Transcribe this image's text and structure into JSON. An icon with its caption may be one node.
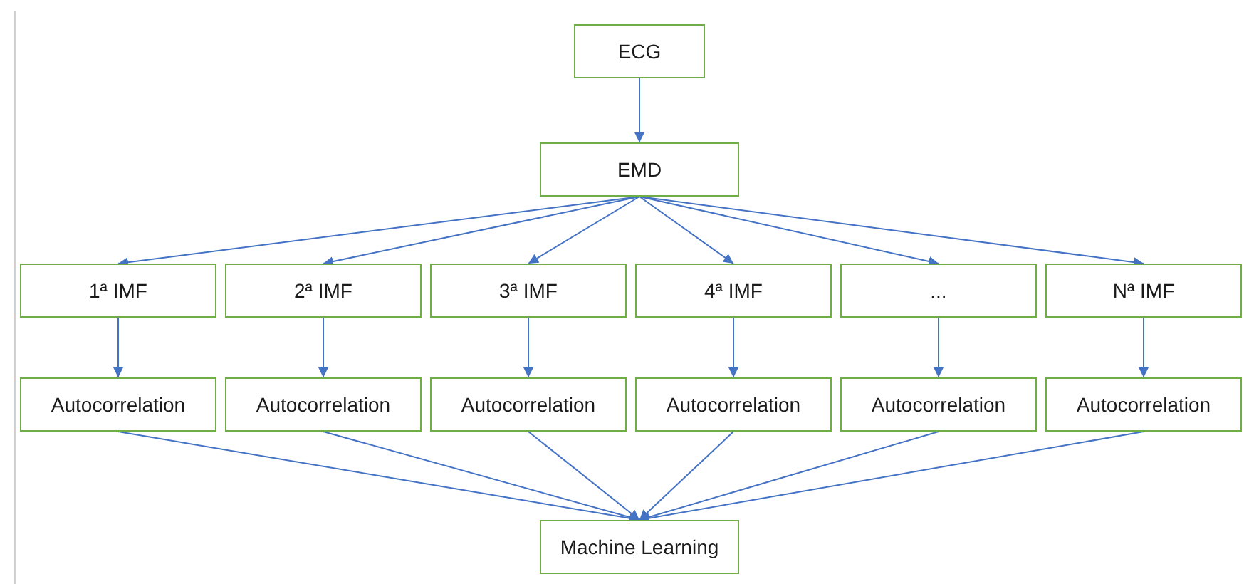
{
  "diagram": {
    "nodes": [
      {
        "text": [
          "ECG"
        ]
      },
      {
        "text": [
          "EMD"
        ]
      },
      {
        "text": [
          "1ª IMF"
        ]
      },
      {
        "text": [
          "2ª IMF"
        ]
      },
      {
        "text": [
          "3ª IMF"
        ]
      },
      {
        "text": [
          "4ª IMF"
        ]
      },
      {
        "text": [
          "..."
        ]
      },
      {
        "text": [
          "Nª IMF"
        ]
      },
      {
        "text": [
          "Autocorrelation"
        ]
      },
      {
        "text": [
          "Autocorrelation"
        ]
      },
      {
        "text": [
          "Autocorrelation"
        ]
      },
      {
        "text": [
          "Autocorrelation"
        ]
      },
      {
        "text": [
          "Autocorrelation"
        ]
      },
      {
        "text": [
          "Autocorrelation"
        ]
      },
      {
        "text": [
          "Machine Learning"
        ]
      }
    ],
    "edges": [
      {
        "from": 0,
        "to": 1,
        "arrow": "to"
      },
      {
        "from": 1,
        "to": 2,
        "arrow": "to"
      },
      {
        "from": 1,
        "to": 3,
        "arrow": "to"
      },
      {
        "from": 1,
        "to": 4,
        "arrow": "to"
      },
      {
        "from": 1,
        "to": 5,
        "arrow": "to"
      },
      {
        "from": 1,
        "to": 6,
        "arrow": "to"
      },
      {
        "from": 1,
        "to": 7,
        "arrow": "to"
      },
      {
        "from": 2,
        "to": 8,
        "arrow": "to"
      },
      {
        "from": 3,
        "to": 9,
        "arrow": "to"
      },
      {
        "from": 4,
        "to": 10,
        "arrow": "to"
      },
      {
        "from": 5,
        "to": 11,
        "arrow": "to"
      },
      {
        "from": 6,
        "to": 12,
        "arrow": "to"
      },
      {
        "from": 7,
        "to": 13,
        "arrow": "to"
      },
      {
        "from": 8,
        "to": 14,
        "arrow": "to"
      },
      {
        "from": 9,
        "to": 14,
        "arrow": "to"
      },
      {
        "from": 10,
        "to": 14,
        "arrow": "to"
      },
      {
        "from": 11,
        "to": 14,
        "arrow": "to"
      },
      {
        "from": 12,
        "to": 14,
        "arrow": "to"
      },
      {
        "from": 13,
        "to": 14,
        "arrow": "to"
      }
    ]
  }
}
